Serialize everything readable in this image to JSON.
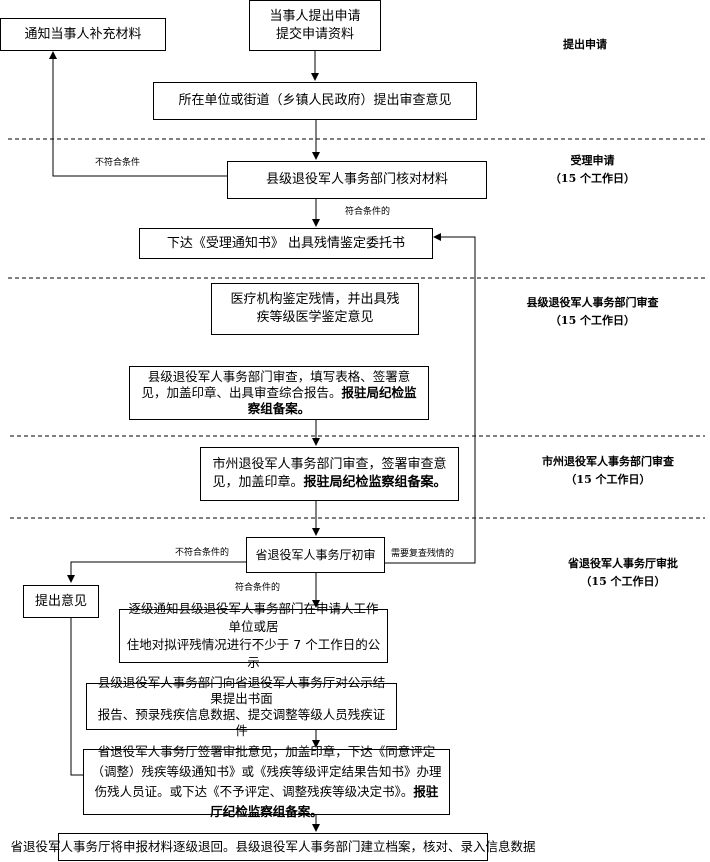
{
  "boxes": {
    "notify_supplement": "通知当事人补充材料",
    "apply_line1": "当事人提出申请",
    "apply_line2": "提交申请资料",
    "unit_opinion": "所在单位或街道（乡镇人民政府）提出审查意见",
    "county_check": "县级退役军人事务部门核对材料",
    "issue_notice": "下达《受理通知书》 出具残情鉴定委托书",
    "medical_line1": "医疗机构鉴定残情，并出具残",
    "medical_line2": "疾等级医学鉴定意见",
    "county_review": "县级退役军人事务部门审查，填写表格、签署意见，加盖印章、出具审查综合报告。",
    "county_review_bold": "报驻局纪检监察组备案。",
    "city_review": "市州退役军人事务部门审查，签署审查意见，加盖印章。",
    "city_review_bold": "报驻局纪检监察组备案。",
    "province_initial": "省退役军人事务厅初审",
    "give_opinion": "提出意见",
    "publicity_line1": "逐级通知县级退役军人事务部门在申请人工作单位或居",
    "publicity_line2": "住地对拟评残情况进行不少于 7 个工作日的公示",
    "report_line1": "县级退役军人事务部门向省退役军人事务厅对公示结果提出书面",
    "report_line2": "报告、预录残疾信息数据、提交调整等级人员残疾证件",
    "approval": "省退役军人事务厅签署审批意见，加盖印章，下达《同意评定（调整）残疾等级通知书》或《残疾等级评定结果告知书》办理伤残人员证。或下达《不予评定、调整残疾等级决定书》。",
    "approval_bold": "报驻厅纪检监察组备案。",
    "return": "省退役军人事务厅将申报材料逐级退回。县级退役军人事务部门建立档案，核对、录入信息数据"
  },
  "labels": {
    "not_qualified": "不符合条件",
    "qualified": "符合条件的",
    "not_qualified2": "不符合条件的",
    "recheck": "需要复查残情的",
    "qualified2": "符合条件的"
  },
  "stages": {
    "s1": "提出申请",
    "s2": "受理申请",
    "s2_days": "（15 个工作日）",
    "s3": "县级退役军人事务部门审查",
    "s3_days": "（15 个工作日）",
    "s4": "市州退役军人事务部门审查",
    "s4_days": "（15 个工作日）",
    "s5": "省退役军人事务厅审批",
    "s5_days": "（15 个工作日）"
  }
}
